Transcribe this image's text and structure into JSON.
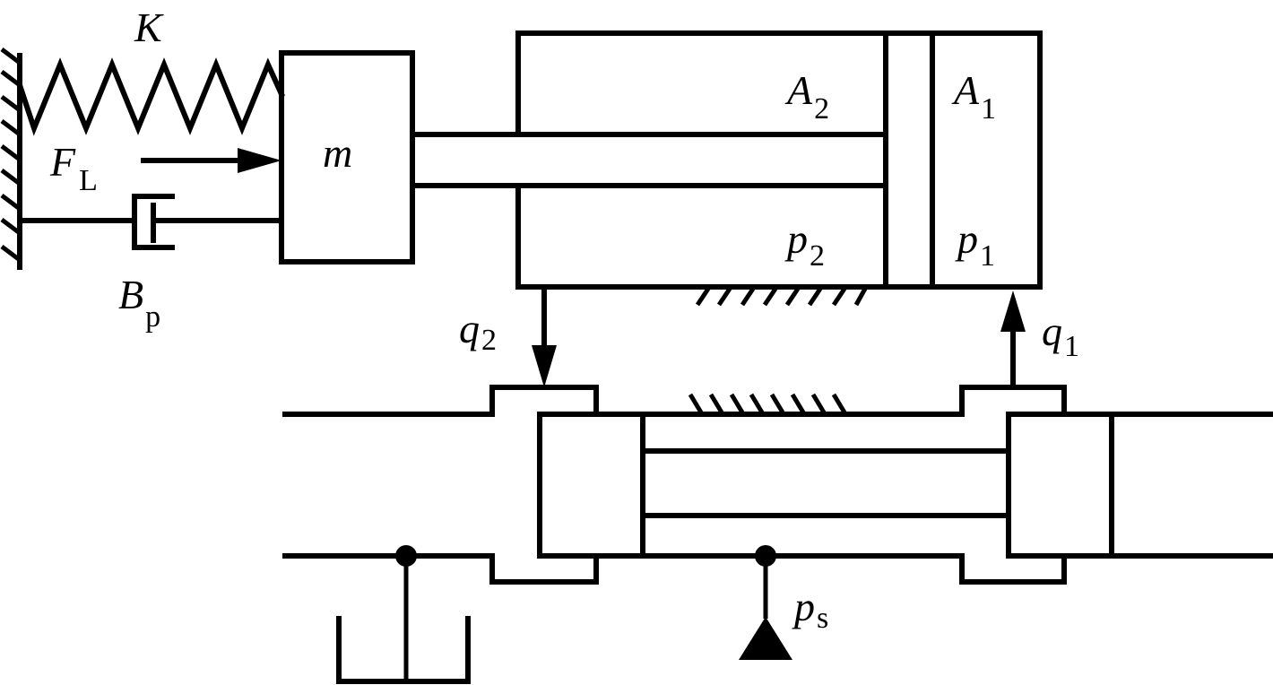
{
  "diagram": {
    "title": "Valve-controlled asymmetric hydraulic cylinder with mass-spring-damper load",
    "labels": {
      "spring": {
        "main": "K",
        "sub": ""
      },
      "load_force": {
        "main": "F",
        "sub": "L"
      },
      "damper": {
        "main": "B",
        "sub": "p"
      },
      "mass": {
        "main": "m",
        "sub": ""
      },
      "area_rod_side": {
        "main": "A",
        "sub": "2"
      },
      "area_cap_side": {
        "main": "A",
        "sub": "1"
      },
      "pressure_rod_side": {
        "main": "p",
        "sub": "2"
      },
      "pressure_cap_side": {
        "main": "p",
        "sub": "1"
      },
      "flow_rod_side": {
        "main": "q",
        "sub": "2"
      },
      "flow_cap_side": {
        "main": "q",
        "sub": "1"
      },
      "supply_pressure": {
        "main": "p",
        "sub": "s"
      }
    },
    "components": [
      "wall",
      "spring",
      "damper",
      "mass",
      "hydraulic-cylinder",
      "piston",
      "piston-rod",
      "spool-valve",
      "tank",
      "pressure-source"
    ]
  }
}
